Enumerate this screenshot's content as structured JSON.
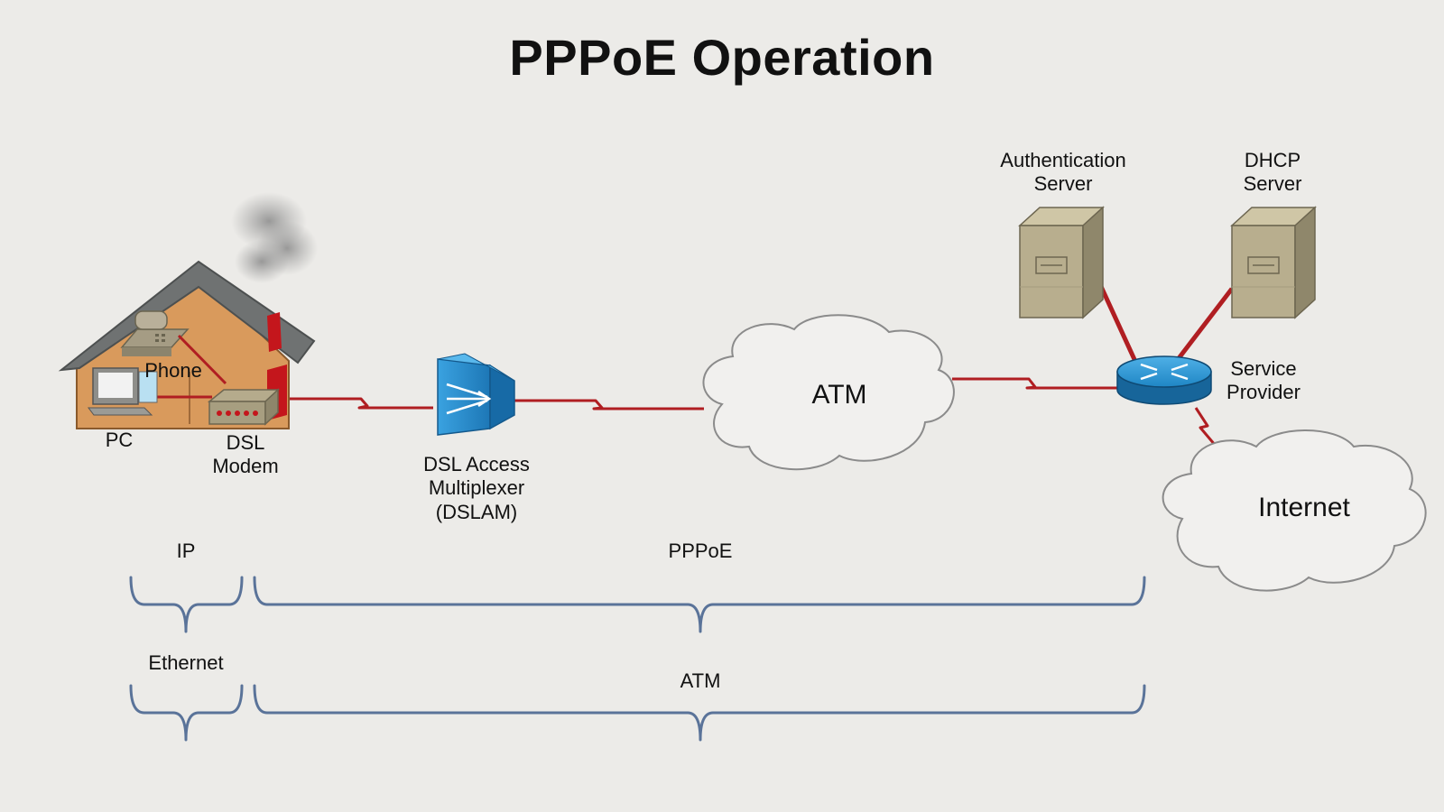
{
  "title": "PPPoE Operation",
  "devices": {
    "phone": "Phone",
    "pc": "PC",
    "dsl_modem": [
      "DSL",
      "Modem"
    ],
    "dslam": [
      "DSL Access",
      "Multiplexer",
      "(DSLAM)"
    ],
    "auth_server": [
      "Authentication",
      "Server"
    ],
    "dhcp_server": [
      "DHCP",
      "Server"
    ],
    "service_provider": [
      "Service",
      "Provider"
    ]
  },
  "clouds": {
    "atm": "ATM",
    "internet": "Internet"
  },
  "layers": {
    "ip": "IP",
    "pppoe": "PPPoE",
    "ethernet": "Ethernet",
    "atm": "ATM"
  },
  "colors": {
    "background": "#ecebe8",
    "link": "#b01e22",
    "brace": "#5a7399",
    "cloud_fill": "#f1f0ee",
    "cloud_stroke": "#8b8b8b",
    "router": "#1f86c5",
    "dslam": "#2b8fd0",
    "server": "#b8ae8e",
    "house_wall": "#d99a5c",
    "roof": "#6f7272"
  }
}
